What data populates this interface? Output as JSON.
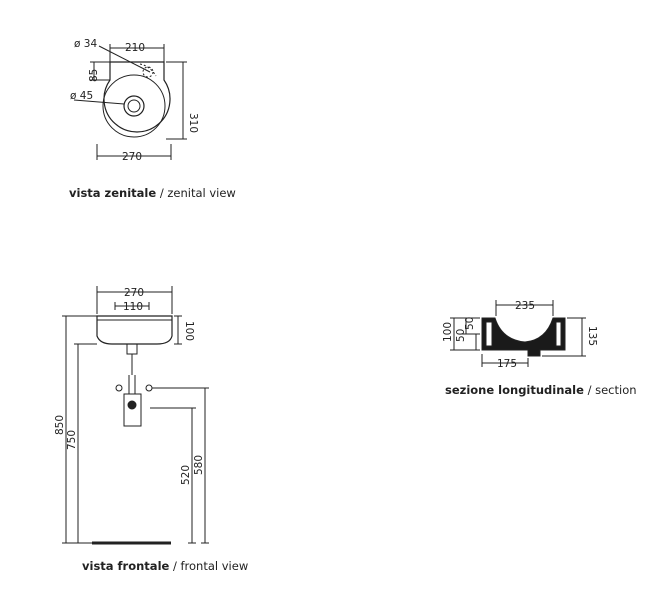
{
  "zenital": {
    "caption_bold": "vista zenitale",
    "caption_rest": " / zenital view",
    "dims": {
      "d34": "ø 34",
      "w210": "210",
      "d85": "85",
      "d45": "ø 45",
      "h310": "310",
      "w270": "270"
    }
  },
  "frontal": {
    "caption_bold": "vista frontale",
    "caption_rest": " / frontal view",
    "dims": {
      "w270": "270",
      "w110": "110",
      "h100": "100",
      "h850": "850",
      "h750": "750",
      "h520": "520",
      "h580": "580"
    }
  },
  "section": {
    "caption_bold": "sezione longitudinale",
    "caption_rest": " / section",
    "dims": {
      "w235": "235",
      "h100": "100",
      "h50a": "50",
      "h50b": "50",
      "w175": "175",
      "h135": "135"
    }
  },
  "colors": {
    "line": "#222222",
    "fill": "#1a1a1a"
  }
}
